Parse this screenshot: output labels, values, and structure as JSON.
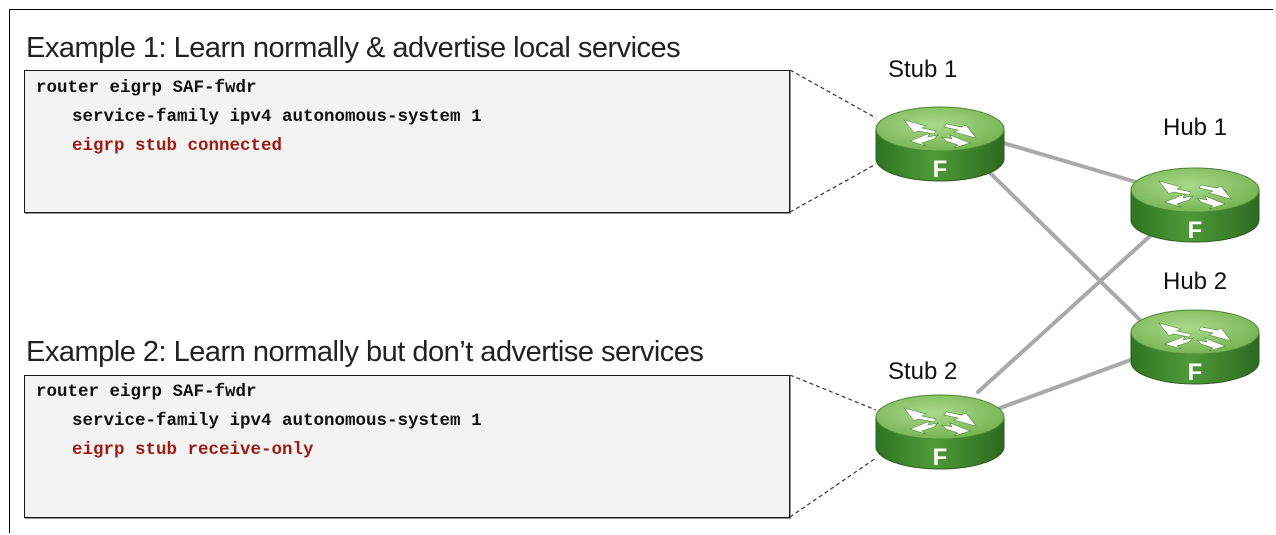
{
  "examples": [
    {
      "heading": "Example 1: Learn normally & advertise local services",
      "config": {
        "line1": "router eigrp SAF-fwdr",
        "line2": "service-family ipv4 autonomous-system 1",
        "line3": "eigrp stub connected"
      }
    },
    {
      "heading": "Example 2: Learn normally but don’t advertise services",
      "config": {
        "line1": "router eigrp SAF-fwdr",
        "line2": "service-family ipv4 autonomous-system 1",
        "line3": "eigrp stub receive-only"
      }
    }
  ],
  "routers": {
    "stub1": {
      "label": "Stub 1",
      "badge": "F"
    },
    "stub2": {
      "label": "Stub 2",
      "badge": "F"
    },
    "hub1": {
      "label": "Hub 1",
      "badge": "F"
    },
    "hub2": {
      "label": "Hub 2",
      "badge": "F"
    }
  },
  "colors": {
    "router_top": "#8cc466",
    "router_side": "#3e8a2c",
    "link": "#a9a9a9",
    "stub_command": "#9c1a12"
  },
  "icons": [
    "router-icon"
  ]
}
